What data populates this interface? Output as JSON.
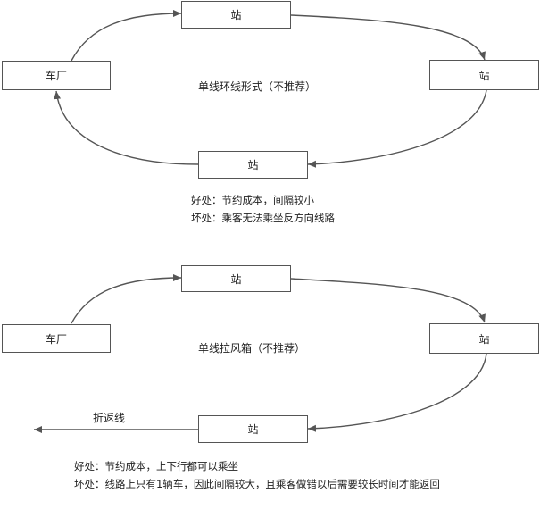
{
  "diagram1": {
    "depot": "车厂",
    "station_top": "站",
    "station_right": "站",
    "station_bottom": "站",
    "title": "单线环线形式（不推荐）",
    "pros": "好处：节约成本，间隔较小",
    "cons": "坏处：乘客无法乘坐反方向线路"
  },
  "diagram2": {
    "depot": "车厂",
    "station_top": "站",
    "station_right": "站",
    "station_bottom": "站",
    "title": "单线拉风箱（不推荐）",
    "turnback": "折返线",
    "pros": "好处：节约成本，上下行都可以乘坐",
    "cons": "坏处：线路上只有1辆车，因此间隔较大，且乘客做错以后需要较长时间才能返回"
  },
  "colors": {
    "line": "#555555",
    "text": "#222222",
    "background": "#ffffff"
  }
}
